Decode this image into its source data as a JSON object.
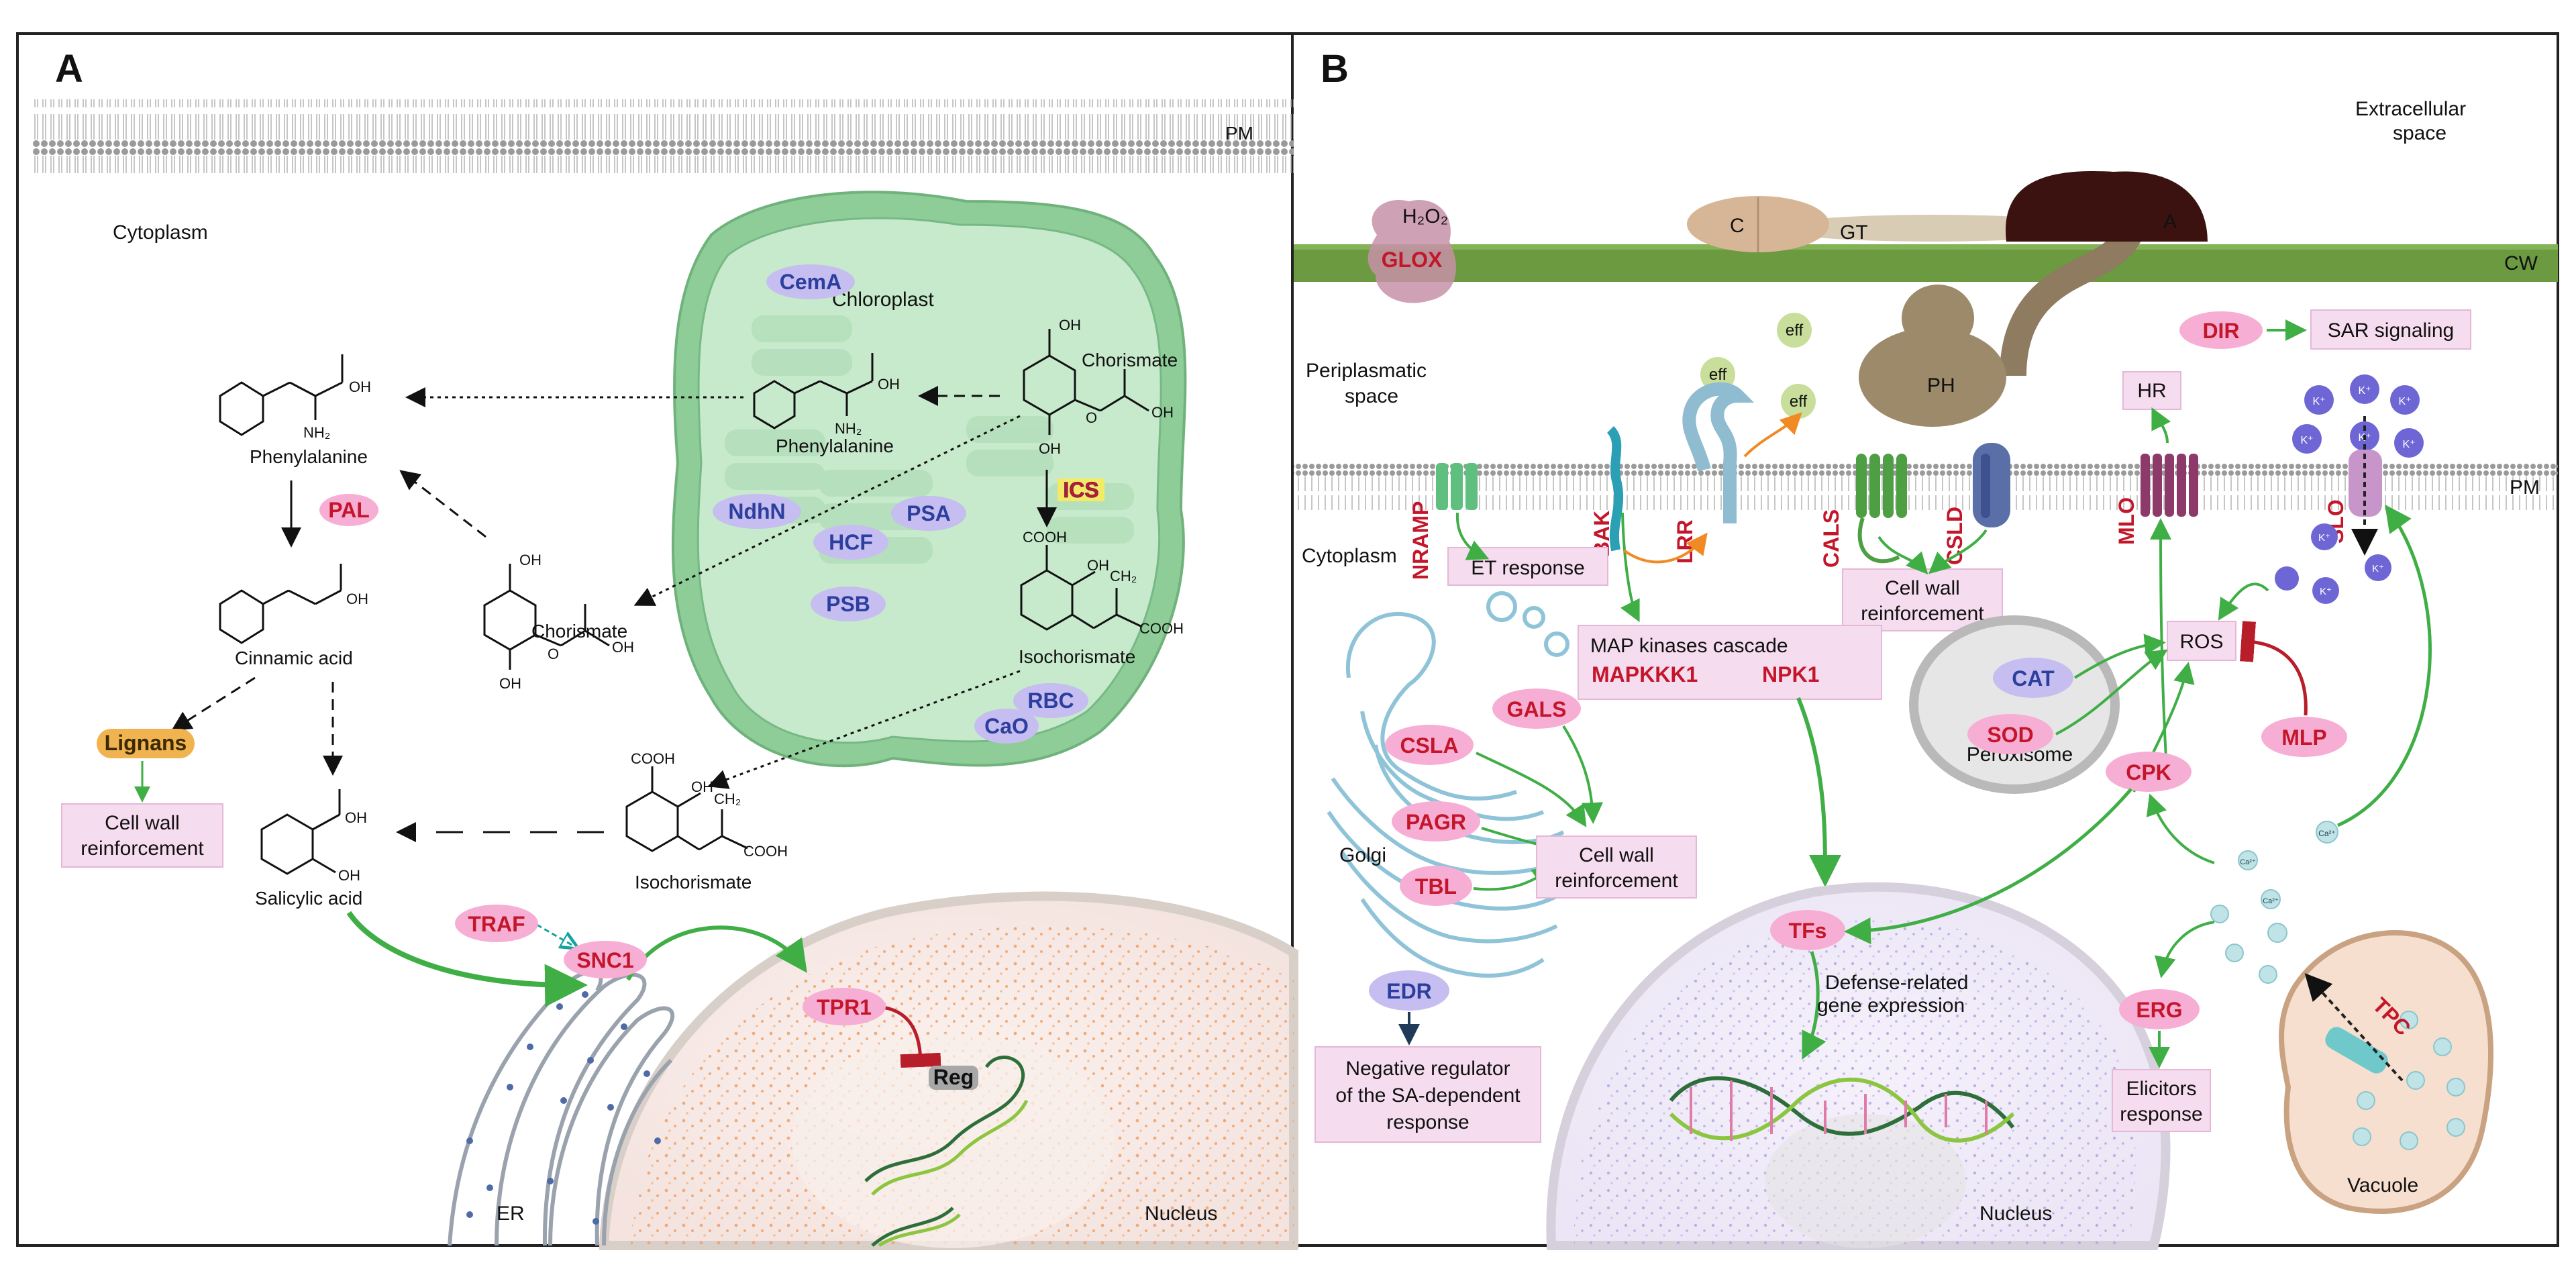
{
  "panels": {
    "a": {
      "letter": "A",
      "pm": "PM",
      "cytoplasm": "Cytoplasm",
      "chloroplast": "Chloroplast",
      "chem": {
        "phe_in": "Phenylalanine",
        "chor_in": "Chorismate",
        "ischor_in": "Isochorismate",
        "phe_out": "Phenylalanine",
        "cinnamic": "Cinnamic acid",
        "chor_out": "Chorismate",
        "salicylic": "Salicylic acid",
        "ischor_out": "Isochorismate"
      },
      "atoms": {
        "oh": "OH",
        "nh2": "NH₂",
        "cooh": "COOH",
        "o": "O",
        "ch2": "CH₂"
      },
      "pills": {
        "cema": "CemA",
        "ndhn": "NdhN",
        "hcf": "HCF",
        "psa": "PSA",
        "psb": "PSB",
        "rbc": "RBC",
        "cao": "CaO",
        "ics": "ICS",
        "pal": "PAL",
        "lignans": "Lignans",
        "traf": "TRAF",
        "snc1": "SNC1",
        "tpr1": "TPR1",
        "reg": "Reg"
      },
      "cell_wall": [
        "Cell wall",
        "reinforcement"
      ],
      "er": "ER",
      "nucleus": "Nucleus"
    },
    "b": {
      "letter": "B",
      "extracellular": [
        "Extracellular",
        "space"
      ],
      "cw": "CW",
      "pm": "PM",
      "h2o2": "H₂O₂",
      "glox": "GLOX",
      "c": "C",
      "gt": "GT",
      "a": "A",
      "ph": "PH",
      "eff": "eff",
      "periplasmatic": [
        "Periplasmatic",
        "space"
      ],
      "cytoplasm": "Cytoplasm",
      "dir": "DIR",
      "sar": "SAR signaling",
      "hr": "HR",
      "receptors": {
        "nramp": "NRAMP",
        "bak": "BAK",
        "lrr": "LRR",
        "cals": "CALS",
        "csld": "CSLD",
        "mlo": "MLO",
        "slo": "SLO"
      },
      "et_response": "ET response",
      "cell_wall_1": [
        "Cell wall",
        "reinforcement"
      ],
      "map": [
        "MAP kinases cascade",
        "MAPKKK1",
        "NPK1"
      ],
      "ros": "ROS",
      "cat": "CAT",
      "sod": "SOD",
      "peroxisome": "Peroxisome",
      "mlp": "MLP",
      "cpk": "CPK",
      "galls": "GALS",
      "csla": "CSLA",
      "pagr": "PAGR",
      "tbl": "TBL",
      "golgi": "Golgi",
      "cell_wall_2": [
        "Cell wall",
        "reinforcement"
      ],
      "edr": "EDR",
      "negative": [
        "Negative regulator",
        "of the SA-dependent",
        "response"
      ],
      "tfs": "TFs",
      "defense": [
        "Defense-related",
        "gene expression"
      ],
      "nucleus": "Nucleus",
      "erg": "ERG",
      "elicitors": [
        "Elicitors",
        "response"
      ],
      "tpc": "TPC",
      "vacuole": "Vacuole",
      "ion_k": "K⁺",
      "ion_ca": "Ca²⁺"
    }
  },
  "colors": {
    "pink_pill": "#f7aed4",
    "lilac_pill": "#c6bdf0",
    "red_text": "#c4162a",
    "blue_text": "#2c3f9e",
    "green_arrow": "#3fae45",
    "orange_arrow": "#f08a24",
    "cell_wall": "#6b9a40",
    "chloroplast": "#8fcd98",
    "lignans_pill": "#f1b250"
  }
}
